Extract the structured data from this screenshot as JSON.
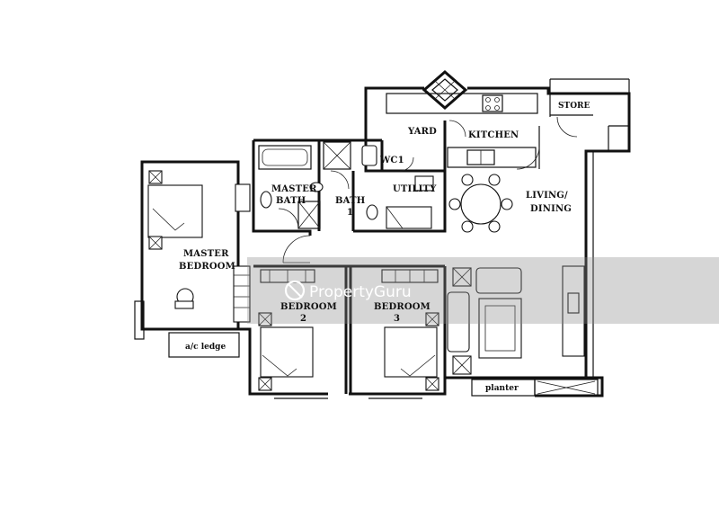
{
  "rooms": {
    "yard": "YARD",
    "kitchen": "KITCHEN",
    "store": "STORE",
    "wc": "WC1",
    "master_bath_line1": "MASTER",
    "master_bath_line2": "BATH",
    "bath1_line1": "BATH",
    "bath1_line2": "1",
    "utility": "UTILITY",
    "living_line1": "LIVING/",
    "living_line2": "DINING",
    "master_bed_line1": "MASTER",
    "master_bed_line2": "BEDROOM",
    "bedroom2_line1": "BEDROOM",
    "bedroom2_line2": "2",
    "bedroom3_line1": "BEDROOM",
    "bedroom3_line2": "3",
    "ac_ledge": "a/c ledge",
    "planter": "planter"
  },
  "watermark": {
    "brand": "PropertyGuru"
  }
}
